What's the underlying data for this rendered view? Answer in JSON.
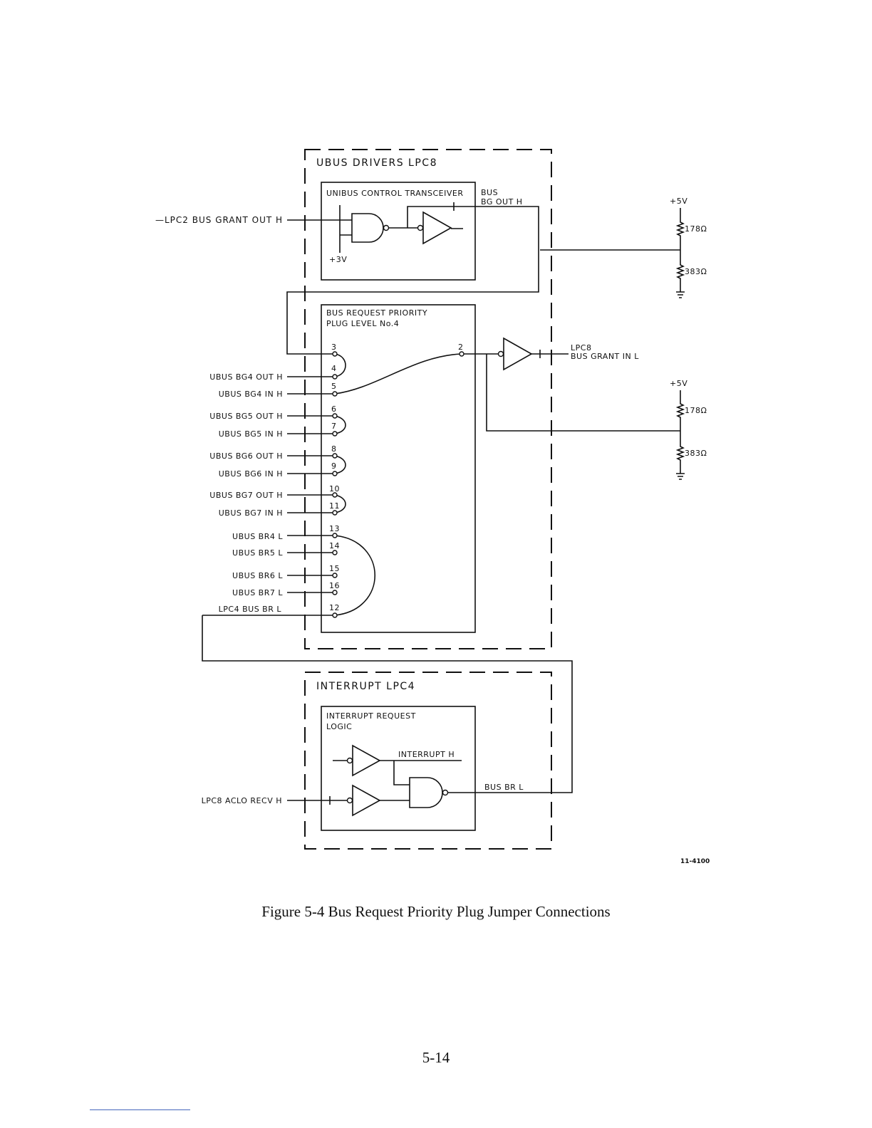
{
  "ubus_block": {
    "title": "UBUS  DRIVERS  LPC8",
    "transceiver_label": "UNIBUS  CONTROL  TRANSCEIVER",
    "bg_out_line1": "BUS",
    "bg_out_line2": "BG  OUT  H",
    "plus3v": "+3V",
    "priority_line1": "BUS  REQUEST  PRIORITY",
    "priority_line2": "PLUG  LEVEL  No.4",
    "grant_in_line1": "LPC8",
    "grant_in_line2": "BUS  GRANT  IN  L"
  },
  "left_signal": "—LPC2  BUS  GRANT  OUT  H",
  "resistors": [
    {
      "supply": "+5V",
      "upper": "178Ω",
      "lower": "383Ω"
    },
    {
      "supply": "+5V",
      "upper": "178Ω",
      "lower": "383Ω"
    }
  ],
  "plug_signals": [
    {
      "label": "UBUS  BG4  OUT  H",
      "pin": "4"
    },
    {
      "label": "UBUS  BG4  IN  H",
      "pin": "5"
    },
    {
      "label": "UBUS  BG5  OUT  H",
      "pin": "6"
    },
    {
      "label": "UBUS  BG5  IN  H",
      "pin": "7"
    },
    {
      "label": "UBUS  BG6  OUT  H",
      "pin": "8"
    },
    {
      "label": "UBUS  BG6  IN  H",
      "pin": "9"
    },
    {
      "label": "UBUS  BG7  OUT  H",
      "pin": "10"
    },
    {
      "label": "UBUS  BG7  IN  H",
      "pin": "11"
    },
    {
      "label": "UBUS  BR4  L",
      "pin": "13"
    },
    {
      "label": "UBUS  BR5  L",
      "pin": "14"
    },
    {
      "label": "UBUS  BR6  L",
      "pin": "15"
    },
    {
      "label": "UBUS  BR7  L",
      "pin": "16"
    },
    {
      "label": "LPC4  BUS  BR  L",
      "pin": "12"
    }
  ],
  "pin3": "3",
  "pin2": "2",
  "interrupt_block": {
    "title": "INTERRUPT  LPC4",
    "logic_line1": "INTERRUPT  REQUEST",
    "logic_line2": "LOGIC",
    "interrupt_h": "INTERRUPT  H",
    "bus_br": "BUS  BR  L",
    "aclo": "LPC8  ACLO  RECV  H"
  },
  "figure_id": "11-4100",
  "caption": "Figure 5-4    Bus Request Priority Plug Jumper Connections",
  "page_number": "5-14"
}
